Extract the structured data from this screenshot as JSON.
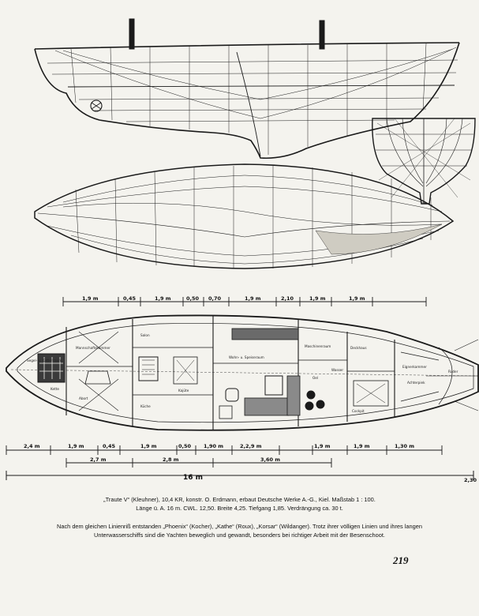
{
  "plan_labels": {
    "top_dims": [
      "1,9 m",
      "0,45",
      "1,9 m",
      "0,50",
      "0,70",
      "1,9 m",
      "2,10",
      "1,9 m",
      "1,9 m"
    ],
    "rooms": [
      "Segel- u. Kettenraum",
      "Kette",
      "Mannschaftskammer",
      "Abort",
      "Salon",
      "Wohn- u. Speiseraum",
      "Küche",
      "Maschinenraum",
      "Eignerkammer",
      "Deckhaus",
      "Oel",
      "Wasser",
      "Cockpit",
      "Ruder",
      "Kajüte",
      "Achterpiek"
    ]
  },
  "bottom_dims_row1": [
    "2,4 m",
    "1,9 m",
    "0,45",
    "1,9 m",
    "0,50",
    "1,90 m",
    "2,2,9 m",
    "1,9 m",
    "1,9 m",
    "1,30 m"
  ],
  "bottom_dims_row2": [
    "2,7 m",
    "2,8 m",
    "3,60 m"
  ],
  "overall_length": "16 m",
  "edge_mark": "2,30",
  "caption_line1": "„Traute V“ (Kleuhner), 10,4 KR, konstr. O. Erdmann, erbaut Deutsche Werke A.-G., Kiel.   Maßstab 1 : 100.",
  "caption_line2": "Länge ü. A. 16 m.  CWL. 12,50.  Breite 4,25.  Tiefgang 1,85.  Verdrängung ca. 30 t.",
  "caption_para": "Nach dem gleichen Linienriß entstanden „Phoenix“ (Kocher), „Kathe“ (Roux), „Korsar“ (Wildanger). Trotz ihrer völligen Linien und ihres langen Unterwasserschiffs sind die Yachten beweglich und gewandt, besonders bei richtiger Arbeit mit der Besenschoot.",
  "page_number": "219"
}
